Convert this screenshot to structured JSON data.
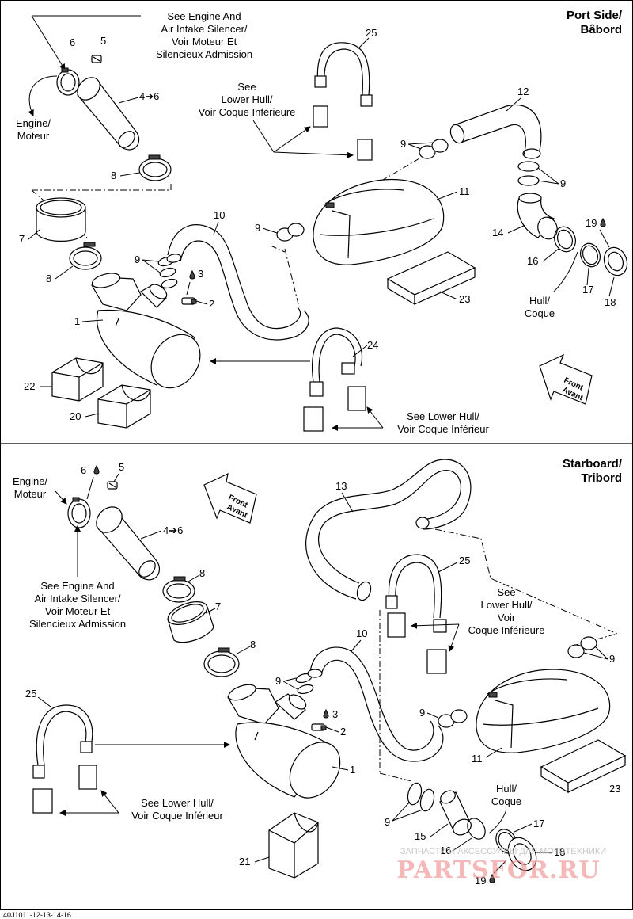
{
  "port": {
    "title_line1": "Port Side/",
    "title_line2": "Bâbord",
    "see_engine": [
      "See Engine And",
      "Air Intake Silencer/",
      "Voir Moteur Et",
      "Silencieux Admission"
    ],
    "engine": [
      "Engine/",
      "Moteur"
    ],
    "see_lower_hull_top": [
      "See",
      "Lower Hull/",
      "Voir Coque Inférieure"
    ],
    "see_lower_hull_bottom": [
      "See Lower Hull/",
      "Voir Coque Inférieur"
    ],
    "hull": [
      "Hull/",
      "Coque"
    ],
    "front": [
      "Front",
      "Avant"
    ],
    "callouts": {
      "c6": "6",
      "c5": "5",
      "c4_6": "4➔6",
      "c8a": "8",
      "c25": "25",
      "c12": "12",
      "c9a": "9",
      "c9b": "9",
      "c11": "11",
      "c10": "10",
      "c9c": "9",
      "c7": "7",
      "c8b": "8",
      "c9d": "9",
      "c3": "3",
      "c2": "2",
      "c1": "1",
      "c14": "14",
      "c19": "19",
      "c16": "16",
      "c17": "17",
      "c18": "18",
      "c23": "23",
      "c24": "24",
      "c22": "22",
      "c20": "20"
    }
  },
  "starboard": {
    "title_line1": "Starboard/",
    "title_line2": "Tribord",
    "see_engine": [
      "See Engine And",
      "Air Intake Silencer/",
      "Voir Moteur Et",
      "Silencieux Admission"
    ],
    "engine": [
      "Engine/",
      "Moteur"
    ],
    "see_lower_hull_right": [
      "See",
      "Lower Hull/",
      "Voir",
      "Coque Inférieure"
    ],
    "see_lower_hull_bottom": [
      "See Lower Hull/",
      "Voir Coque Inférieur"
    ],
    "hull": [
      "Hull/",
      "Coque"
    ],
    "front": [
      "Front",
      "Avant"
    ],
    "callouts": {
      "c6": "6",
      "c5": "5",
      "c13": "13",
      "c4_6": "4➔6",
      "c8a": "8",
      "c25a": "25",
      "c7": "7",
      "c8b": "8",
      "c9a": "9",
      "c10": "10",
      "c9b": "9",
      "c3": "3",
      "c2": "2",
      "c9c": "9",
      "c25b": "25",
      "c1": "1",
      "c11": "11",
      "c23": "23",
      "c9d": "9",
      "c15": "15",
      "c16": "16",
      "c17": "17",
      "c18": "18",
      "c19": "19",
      "c21": "21"
    }
  },
  "reference": "40J1011-12-13-14-16",
  "watermark": {
    "top": "ЗАПЧАСТИ И АКСЕССУАРЫ ДЛЯ МОТОТЕХНИКИ",
    "big": "PARTSFOR.RU"
  }
}
